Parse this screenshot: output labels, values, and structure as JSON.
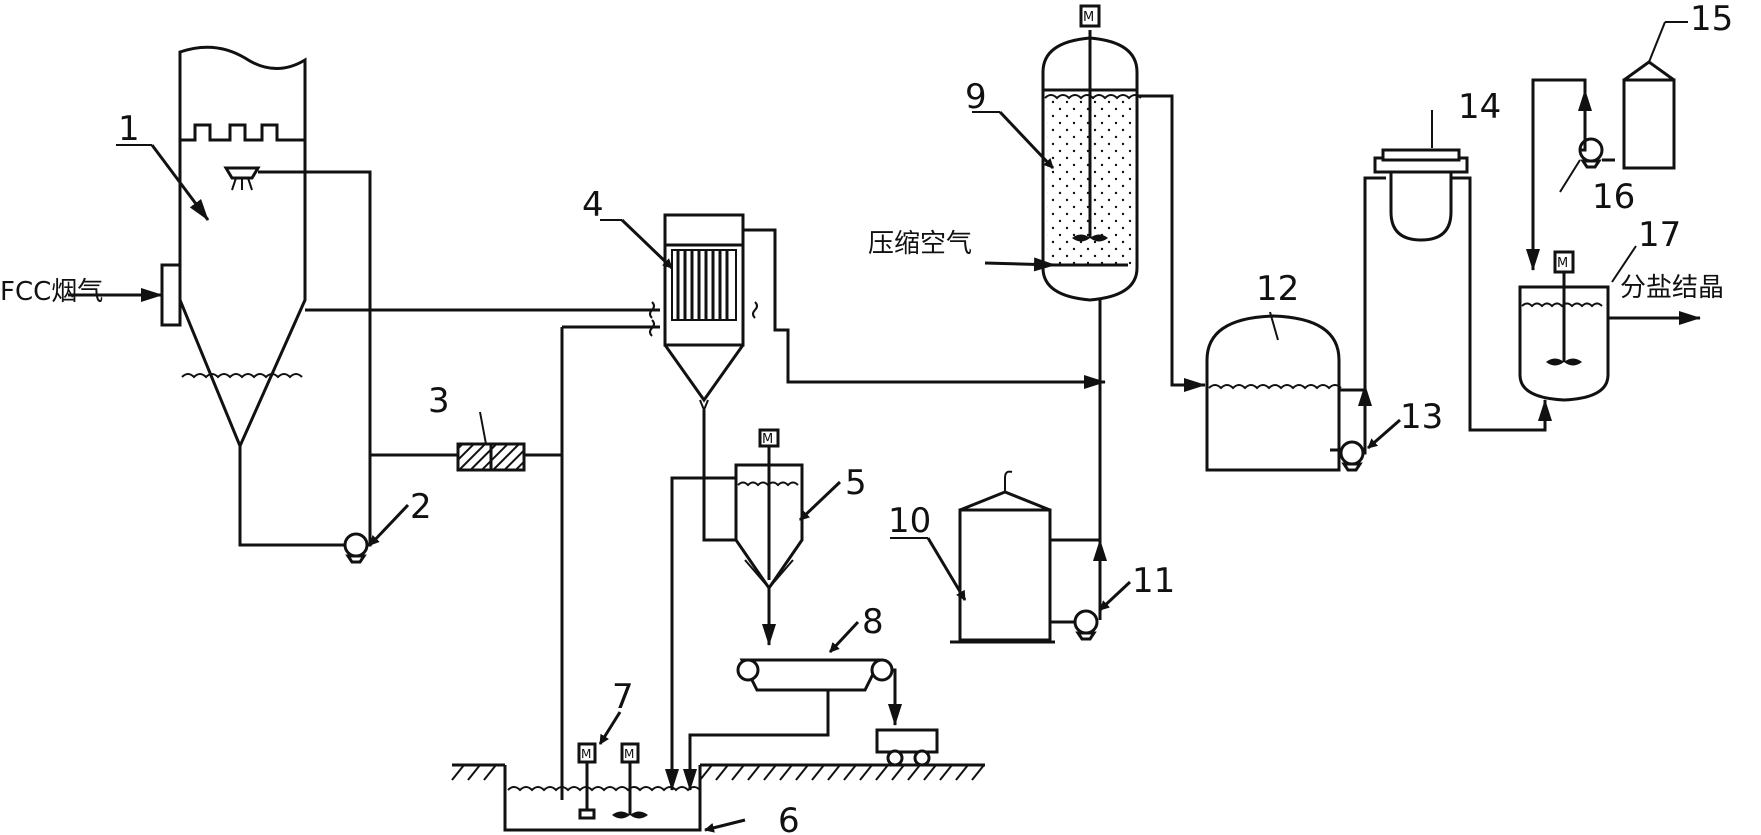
{
  "labels": {
    "n1": "1",
    "n2": "2",
    "n3": "3",
    "n4": "4",
    "n5": "5",
    "n6": "6",
    "n7": "7",
    "n8": "8",
    "n9": "9",
    "n10": "10",
    "n11": "11",
    "n12": "12",
    "n13": "13",
    "n14": "14",
    "n15": "15",
    "n16": "16",
    "n17": "17"
  },
  "text": {
    "fcc_flue_gas": "FCC烟气",
    "compressed_air": "压缩空气",
    "salt_crystallization": "分盐结晶"
  },
  "motor_symbol": "M",
  "colors": {
    "line": "#111111",
    "background": "#ffffff"
  }
}
